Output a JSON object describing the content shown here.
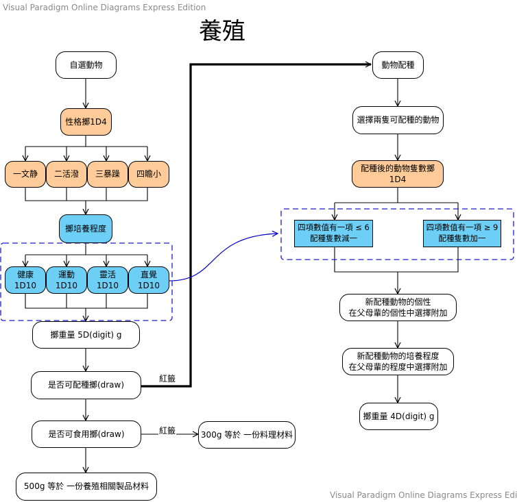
{
  "watermark_top": "Visual Paradigm Online Diagrams Express Edition",
  "watermark_bottom": "Visual Paradigm Online Diagrams Express Edition",
  "title": "養殖",
  "left_flow": {
    "start": "自選動物",
    "personality_roll": "性格擲1D4",
    "personalities": [
      "一文静",
      "二活潑",
      "三暴躁",
      "四瞻小"
    ],
    "training_roll": "擲培養程度",
    "attributes": [
      "健康1D10",
      "運動1D10",
      "靈活1D10",
      "直覺1D10"
    ],
    "weight_roll": "擲重量 5D(digit) g",
    "breedable_check": "是否可配種擲(draw)",
    "edible_check": "是否可食用擲(draw)",
    "edible_result": "300g 等於 一份料理材料",
    "product_result": "500g 等於 一份養殖相關製品材料",
    "red_label_1": "紅籤",
    "red_label_2": "紅籤"
  },
  "right_flow": {
    "start": "動物配種",
    "choose_two": "選擇兩隻可配種的動物",
    "count_roll": "配種後的動物隻數擲1D4",
    "condition_low_line1": "四項數值有一項 ≤ 6",
    "condition_low_line2": "配種隻數減一",
    "condition_high_line1": "四項數值有一項 ≥ 9",
    "condition_high_line2": "配種隻數加一",
    "new_personality_line1": "新配種動物的個性",
    "new_personality_line2": "在父母輩的個性中選擇附加",
    "new_training_line1": "新配種動物的培養程度",
    "new_training_line2": "在父母輩的程度中選擇附加",
    "weight_roll": "擲重量 4D(digit) g"
  },
  "colors": {
    "orange_fill": "#ffcc99",
    "blue_fill": "#6ecff6",
    "group_border": "#1a1acc",
    "connector_arrow": "#0000cc"
  }
}
